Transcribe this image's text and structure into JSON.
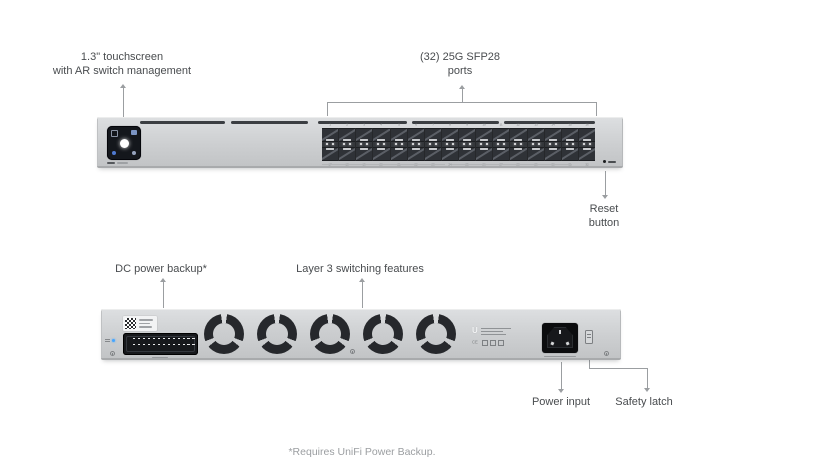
{
  "front": {
    "callout_touchscreen_line1": "1.3\" touchscreen",
    "callout_touchscreen_line2": "with AR switch management",
    "callout_ports_line1": "(32) 25G SFP28",
    "callout_ports_line2": "ports",
    "callout_reset_line1": "Reset",
    "callout_reset_line2": "button",
    "port_columns": 16,
    "port_rows": 2,
    "total_ports": 32
  },
  "rear": {
    "callout_dc": "DC power backup*",
    "callout_layer3": "Layer 3 switching features",
    "callout_power": "Power input",
    "callout_latch": "Safety latch",
    "fan_count": 5,
    "dc_pin_cols": 13,
    "dc_pin_rows": 2
  },
  "footnote": "*Requires UniFi Power Backup.",
  "colors": {
    "label_text": "#494c4f",
    "footnote_text": "#9b9ea1",
    "line": "#9b9ea1",
    "panel_top": "#dddfe1",
    "panel_mid": "#cdcfd1",
    "panel_bottom": "#c2c4c6",
    "panel_edge": "#a8aaac",
    "cage": "#2f3237",
    "screen": "#14171c",
    "led_blue": "#46a6ff"
  }
}
